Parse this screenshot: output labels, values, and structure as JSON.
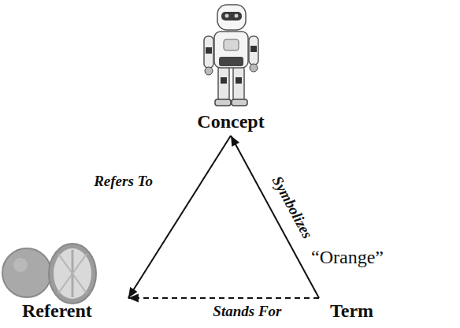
{
  "diagram": {
    "nodes": [
      {
        "text": [
          "Concept"
        ]
      },
      {
        "text": [
          "Referent"
        ]
      },
      {
        "text": [
          "Term"
        ]
      }
    ],
    "edges": [
      {
        "from": 0,
        "to": 1,
        "label": "Refers To",
        "arrow": "to"
      },
      {
        "from": 2,
        "to": 0,
        "label": "Symbolizes",
        "arrow": "to"
      },
      {
        "from": 2,
        "to": 1,
        "label": "Stands For",
        "arrow": "to"
      }
    ],
    "labels": [
      "“Orange”"
    ]
  }
}
